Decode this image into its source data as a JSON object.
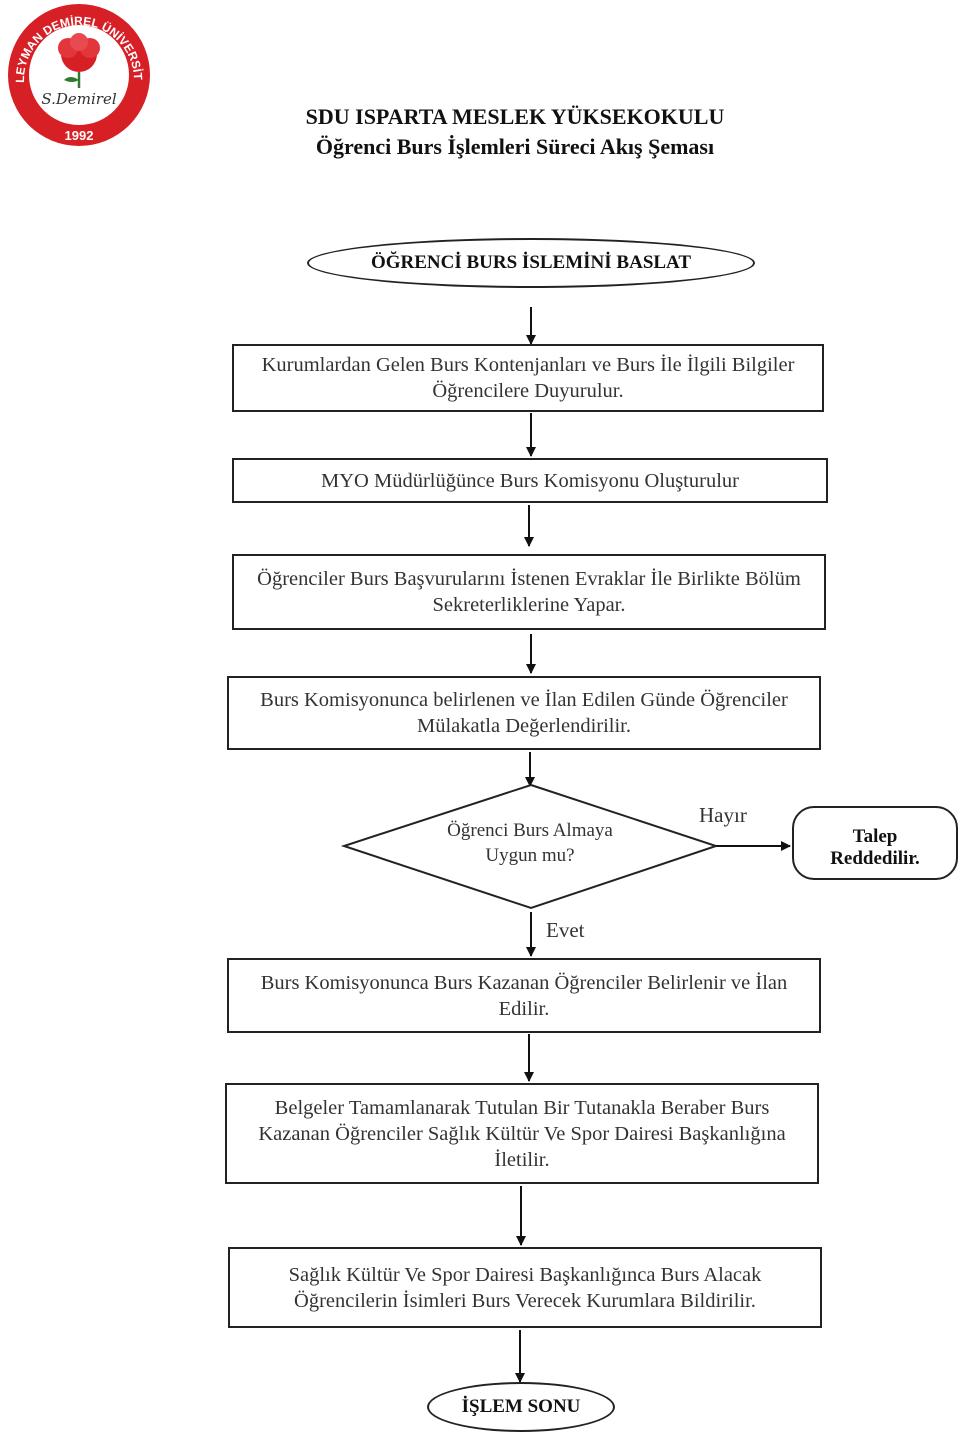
{
  "header": {
    "logo": {
      "arc_text": "SÜLEYMAN DEMİREL ÜNİVERSİTESİ",
      "signature": "S.Demirel",
      "year": "1992",
      "brand_color": "#d71f26"
    },
    "title_line1": "SDU ISPARTA MESLEK YÜKSEKOKULU",
    "title_line2": "Öğrenci Burs İşlemleri Süreci Akış  Şeması"
  },
  "flow": {
    "start": "ÖĞRENCİ BURS  İSLEMİNİ BASLAT",
    "step1": "Kurumlardan Gelen Burs Kontenjanları ve Burs İle İlgili Bilgiler Öğrencilere Duyurulur.",
    "step2": "MYO Müdürlüğünce Burs Komisyonu Oluşturulur",
    "step3": "Öğrenciler Burs Başvurularını İstenen Evraklar İle Birlikte Bölüm Sekreterliklerine Yapar.",
    "step4": "Burs Komisyonunca belirlenen ve İlan Edilen Günde Öğrenciler Mülakatla Değerlendirilir.",
    "decision": "Öğrenci Burs Almaya Uygun mu?",
    "no_label": "Hayır",
    "rejected": "Talep Reddedilir.",
    "yes_label": "Evet",
    "step5": "Burs Komisyonunca Burs Kazanan Öğrenciler Belirlenir ve İlan Edilir.",
    "step6": "Belgeler Tamamlanarak Tutulan Bir Tutanakla Beraber  Burs Kazanan Öğrenciler Sağlık Kültür Ve Spor Dairesi Başkanlığına İletilir.",
    "step7": "Sağlık Kültür Ve Spor Dairesi Başkanlığınca Burs Alacak Öğrencilerin İsimleri Burs Verecek Kurumlara Bildirilir.",
    "end": "İŞLEM SONU"
  }
}
